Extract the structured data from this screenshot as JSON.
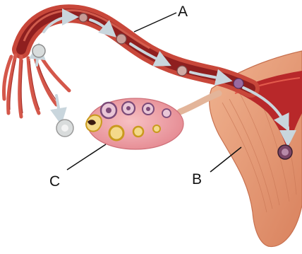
{
  "labels": {
    "a": "A",
    "b": "B",
    "c": "C"
  },
  "colors": {
    "tube_outer": "#c8473a",
    "tube_inner": "#8f1f1f",
    "uterus": "#e7a07d",
    "uterus_cavity": "#b8282a",
    "ovary": "#f0a3a8",
    "arrow": "#b9c7cf",
    "fimbriae": "#d4574a"
  },
  "icons": {
    "flow_arrow": "arrow-icon",
    "egg_cell": "cell-icon",
    "follicle": "follicle-icon"
  }
}
